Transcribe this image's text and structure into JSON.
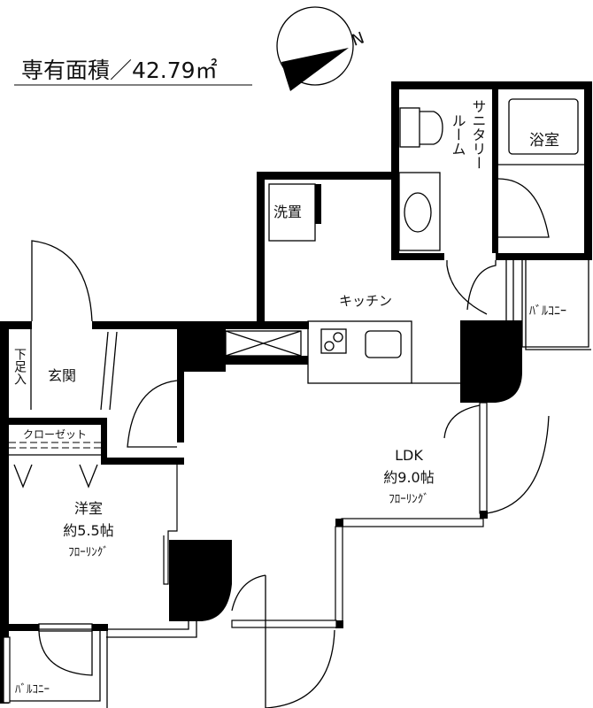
{
  "header": {
    "area_label": "専有面積／42.79㎡"
  },
  "compass": {
    "north_label": "N"
  },
  "rooms": {
    "ldk": {
      "name": "LDK",
      "size": "約9.0帖",
      "floor": "ﾌﾛｰﾘﾝｸﾞ"
    },
    "western": {
      "name": "洋室",
      "size": "約5.5帖",
      "floor": "ﾌﾛｰﾘﾝｸﾞ"
    },
    "kitchen": {
      "name": "キッチン"
    },
    "laundry": {
      "name": "洗置"
    },
    "sanitary": {
      "line1": "サニタリー",
      "line2": "ルーム"
    },
    "bath": {
      "name": "浴室"
    },
    "entrance": {
      "name": "玄関"
    },
    "shoe_storage": {
      "name": "下足入"
    },
    "closet": {
      "name": "クローゼット"
    },
    "balcony_right": {
      "name": "ﾊﾞﾙｺﾆｰ"
    },
    "balcony_bottom": {
      "name": "ﾊﾞﾙｺﾆｰ"
    }
  }
}
